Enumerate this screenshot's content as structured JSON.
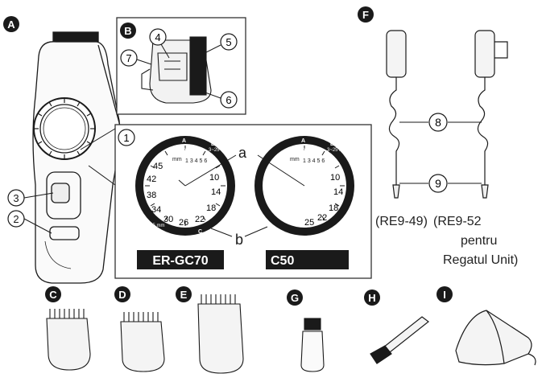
{
  "badges": {
    "a": "A",
    "b": "B",
    "c": "C",
    "d": "D",
    "e": "E",
    "f": "F",
    "g": "G",
    "h": "H",
    "i": "I"
  },
  "callouts": {
    "n1": "①",
    "n2": "②",
    "n3": "③",
    "n4": "④",
    "n5": "⑤",
    "n6": "⑥",
    "n7": "⑦",
    "n8": "⑧",
    "n9": "⑨"
  },
  "dial_letters": {
    "a": "a",
    "b": "b"
  },
  "model_labels": {
    "left": "ER-GC70",
    "right": "C50"
  },
  "adapter_captions": {
    "left": "(RE9-49)",
    "right_1": "(RE9-52",
    "right_2": "pentru",
    "right_3": "Regatul Unit)"
  },
  "dial_left": {
    "unit_top": "mm",
    "ring_top_left": "1~3 mm",
    "ring_top_right": "3~25 mm",
    "ring_bottom_left": "26~45 mm",
    "inner_sequence": "1 3 4 5 6",
    "marks": [
      "45",
      "42",
      "38",
      "34",
      "30",
      "26",
      "22",
      "18",
      "14",
      "10"
    ],
    "ring_icons": [
      "A",
      "B",
      "C"
    ]
  },
  "dial_right": {
    "unit_top": "mm",
    "ring_top_left": "1~3 mm",
    "ring_top_right": "3~25 mm",
    "inner_sequence": "1 3 4 5 6",
    "marks": [
      "10",
      "14",
      "18",
      "22",
      "25"
    ],
    "ring_icons": [
      "A",
      "B"
    ]
  },
  "colors": {
    "ink": "#1a1a1a",
    "panel_border": "#333333",
    "model_bar": "#1a1a1a"
  }
}
